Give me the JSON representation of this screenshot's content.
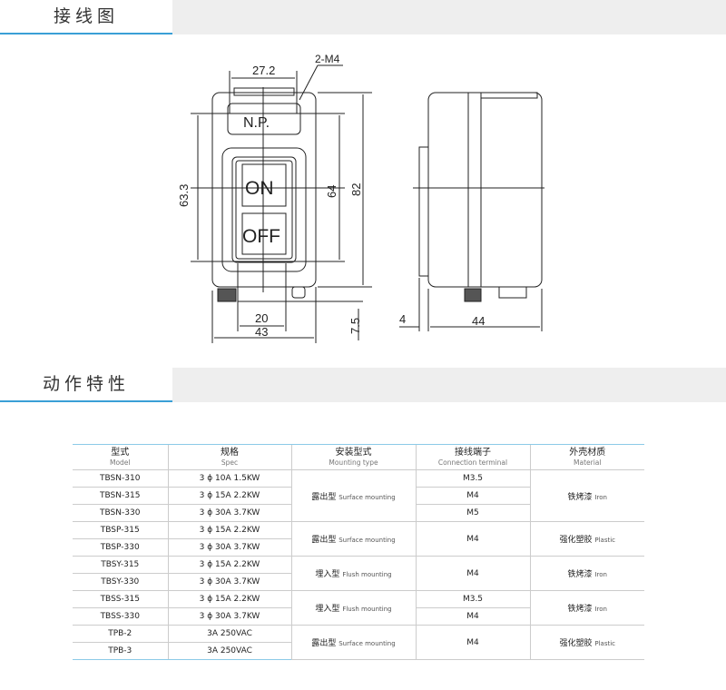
{
  "sections": {
    "wiring": "接线图",
    "characteristics": "动作特性"
  },
  "drawing": {
    "dims": {
      "w272": "27.2",
      "m4": "2-M4",
      "h633": "63.3",
      "h64": "64",
      "h82": "82",
      "w20": "20",
      "w43": "43",
      "h75": "7.5",
      "w4": "4",
      "w44": "44"
    },
    "labels": {
      "np": "N.P.",
      "on": "ON",
      "off": "OFF"
    }
  },
  "table": {
    "headers": [
      {
        "cn": "型式",
        "en": "Model"
      },
      {
        "cn": "规格",
        "en": "Spec"
      },
      {
        "cn": "安装型式",
        "en": "Mounting type"
      },
      {
        "cn": "接线端子",
        "en": "Connection terminal"
      },
      {
        "cn": "外壳材质",
        "en": "Material"
      }
    ],
    "models": [
      "TBSN-310",
      "TBSN-315",
      "TBSN-330",
      "TBSP-315",
      "TBSP-330",
      "TBSY-315",
      "TBSY-330",
      "TBSS-315",
      "TBSS-330",
      "TPB-2",
      "TPB-3"
    ],
    "specs": [
      "3 ϕ 10A 1.5KW",
      "3 ϕ 15A 2.2KW",
      "3 ϕ 30A 3.7KW",
      "3 ϕ 15A 2.2KW",
      "3 ϕ 30A 3.7KW",
      "3 ϕ 15A 2.2KW",
      "3 ϕ 30A 3.7KW",
      "3 ϕ 15A 2.2KW",
      "3 ϕ 30A 3.7KW",
      "3A 250VAC",
      "3A 250VAC"
    ],
    "mounting": [
      {
        "cn": "露出型",
        "en": "Surface mounting"
      },
      {
        "cn": "露出型",
        "en": "Surface mounting"
      },
      {
        "cn": "埋入型",
        "en": "Flush mounting"
      },
      {
        "cn": "埋入型",
        "en": "Flush mounting"
      },
      {
        "cn": "露出型",
        "en": "Surface mounting"
      }
    ],
    "terminals": [
      "M3.5",
      "M4",
      "M5",
      "M4",
      "M4",
      "M3.5",
      "M4",
      "M4"
    ],
    "material": [
      {
        "cn": "铁烤漆",
        "en": "Iron"
      },
      {
        "cn": "强化塑胶",
        "en": "Plastic"
      },
      {
        "cn": "铁烤漆",
        "en": "Iron"
      },
      {
        "cn": "铁烤漆",
        "en": "Iron"
      },
      {
        "cn": "强化塑胶",
        "en": "Plastic"
      }
    ]
  }
}
